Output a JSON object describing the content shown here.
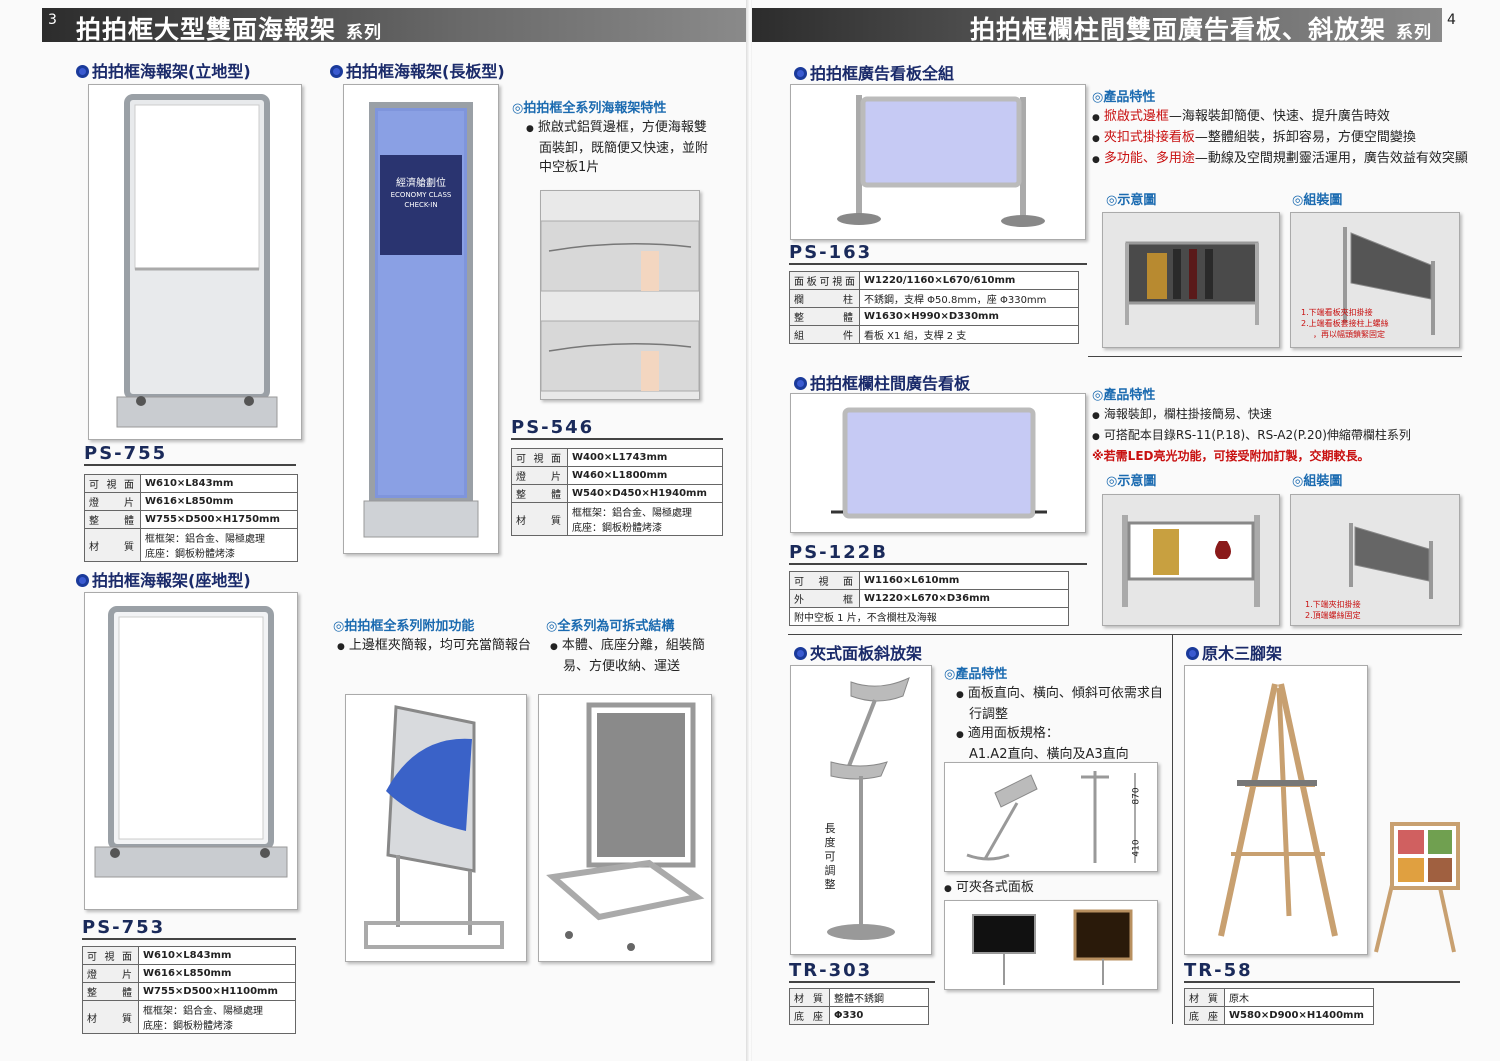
{
  "left": {
    "page_num": "3",
    "title": "拍拍框大型雙面海報架",
    "series": "系列",
    "s_ps755": "拍拍框海報架(立地型)",
    "s_ps546": "拍拍框海報架(長板型)",
    "s_ps753": "拍拍框海報架(座地型)",
    "sign_line1": "經濟艙劃位",
    "sign_line2": "ECONOMY CLASS",
    "sign_line3": "CHECK-IN",
    "feat1_title": "◎拍拍框全系列海報架特性",
    "feat1_item": "掀啟式鋁質邊框，方便海報雙面裝卸，既簡便又快速，並附中空板1片",
    "feat2_title": "◎拍拍框全系列附加功能",
    "feat2_item": "上邊框夾簡報，均可充當簡報台",
    "feat3_title": "◎全系列為可拆式結構",
    "feat3_item": "本體、底座分離，組裝簡易、方便收納、運送",
    "ps755": {
      "model": "PS-755",
      "rows": [
        {
          "k": "可視面",
          "v": "W610×L843mm"
        },
        {
          "k": "燈片",
          "v": "W616×L850mm"
        },
        {
          "k": "整體",
          "v": "W755×D500×H1750mm"
        },
        {
          "k": "材質",
          "v": "框框架：鋁合金、陽極處理",
          "v2": "底座：鋼板粉體烤漆"
        }
      ]
    },
    "ps546": {
      "model": "PS-546",
      "rows": [
        {
          "k": "可視面",
          "v": "W400×L1743mm"
        },
        {
          "k": "燈片",
          "v": "W460×L1800mm"
        },
        {
          "k": "整體",
          "v": "W540×D450×H1940mm"
        },
        {
          "k": "材質",
          "v": "框框架：鋁合金、陽極處理",
          "v2": "底座：鋼板粉體烤漆"
        }
      ]
    },
    "ps753": {
      "model": "PS-753",
      "rows": [
        {
          "k": "可視面",
          "v": "W610×L843mm"
        },
        {
          "k": "燈片",
          "v": "W616×L850mm"
        },
        {
          "k": "整體",
          "v": "W755×D500×H1100mm"
        },
        {
          "k": "材質",
          "v": "框框架：鋁合金、陽極處理",
          "v2": "底座：鋼板粉體烤漆"
        }
      ]
    }
  },
  "right": {
    "page_num": "4",
    "title": "拍拍框欄柱間雙面廣告看板、斜放架",
    "series": "系列",
    "s_ps163": "拍拍框廣告看板全組",
    "s_ps122b": "拍拍框欄柱間廣告看板",
    "s_tr303": "夾式面板斜放架",
    "s_tr58": "原木三腳架",
    "prod_feat": "◎產品特性",
    "diagram": "◎示意圖",
    "assembly": "◎組裝圖",
    "f163_1a": "掀啟式邊框",
    "f163_1b": "—海報裝卸簡便、快速、提升廣告時效",
    "f163_2a": "夾扣式掛接看板",
    "f163_2b": "—整體組裝，拆卸容易，方便空間變換",
    "f163_3a": "多功能、多用途",
    "f163_3b": "—動線及空間規劃靈活運用，廣告效益有效突顯",
    "cap163_1": "1.下端看板夾扣掛接",
    "cap163_2": "2.上端看板套接柱上螺絲",
    "cap163_3": "，再以幅頭鎖緊固定",
    "f122_1": "海報裝卸，欄柱掛接簡易、快速",
    "f122_2": "可搭配本目錄RS-11(P.18)、RS-A2(P.20)伸縮帶欄柱系列",
    "f122_3": "※若需LED亮光功能，可接受附加訂製，交期較長。",
    "cap122_1": "1.下端夾扣掛接",
    "cap122_2": "2.頂端螺絲固定",
    "f303_1": "面板直向、橫向、傾斜可依需求自行調整",
    "f303_2": "適用面板規格：",
    "f303_2b": "A1.A2直向、橫向及A3直向",
    "f303_3": "可夾各式面板",
    "len_adj": "長度可調整",
    "dim870": "870",
    "dim410": "410",
    "ps163": {
      "model": "PS-163",
      "rows": [
        {
          "k": "面板可視面",
          "v": "W1220/1160×L670/610mm"
        },
        {
          "k": "欄柱",
          "v": "不銹鋼，支桿 Φ50.8mm，座 Φ330mm"
        },
        {
          "k": "整體",
          "v": "W1630×H990×D330mm"
        },
        {
          "k": "組件",
          "v": "看板 X1 組，支桿 2 支"
        }
      ]
    },
    "ps122b": {
      "model": "PS-122B",
      "rows": [
        {
          "k": "可視面",
          "v": "W1160×L610mm"
        },
        {
          "k": "外框",
          "v": "W1220×L670×D36mm"
        }
      ],
      "note": "附中空板 1 片，不含欄柱及海報"
    },
    "tr303": {
      "model": "TR-303",
      "rows": [
        {
          "k": "材質",
          "v": "整體不銹鋼"
        },
        {
          "k": "底座",
          "v": "Φ330"
        }
      ]
    },
    "tr58": {
      "model": "TR-58",
      "rows": [
        {
          "k": "材質",
          "v": "原木"
        },
        {
          "k": "底座",
          "v": "W580×D900×H1400mm"
        }
      ]
    }
  }
}
